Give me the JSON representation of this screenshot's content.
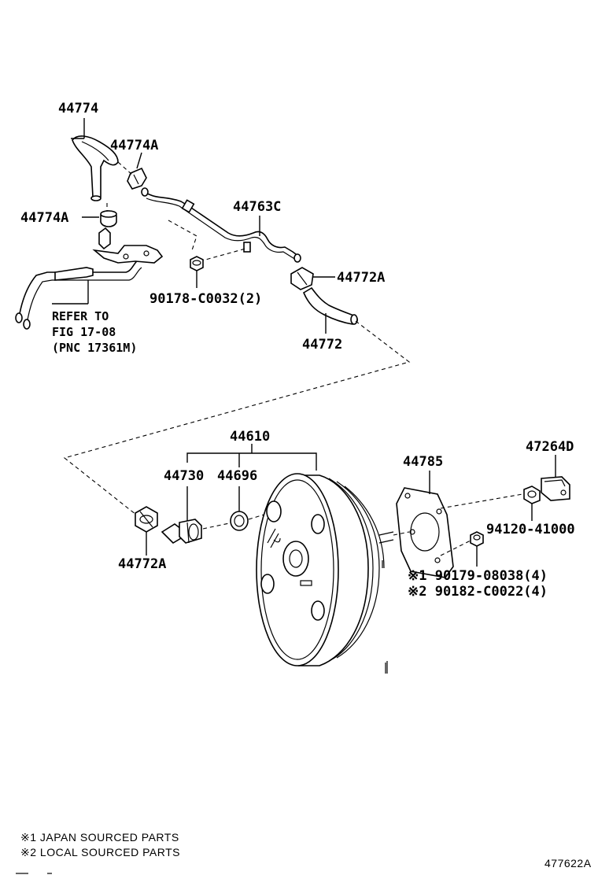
{
  "labels": {
    "p44774": "44774",
    "p44774A_top": "44774A",
    "p44774A_left": "44774A",
    "p44763C": "44763C",
    "p44772A_right": "44772A",
    "p90178": "90178-C0032(2)",
    "p44772": "44772",
    "refer_line1": "REFER TO",
    "refer_line2": "FIG 17-08",
    "refer_line3": "(PNC 17361M)",
    "p44610": "44610",
    "p44730": "44730",
    "p44696": "44696",
    "p44785": "44785",
    "p47264D": "47264D",
    "p94120": "94120-41000",
    "p44772A_lower": "44772A",
    "p90179": "※1 90179-08038(4)",
    "p90182": "※2 90182-C0022(4)"
  },
  "notes": {
    "note1": "※1 JAPAN SOURCED PARTS",
    "note2": "※2 LOCAL SOURCED PARTS"
  },
  "figure_id": "477622A"
}
